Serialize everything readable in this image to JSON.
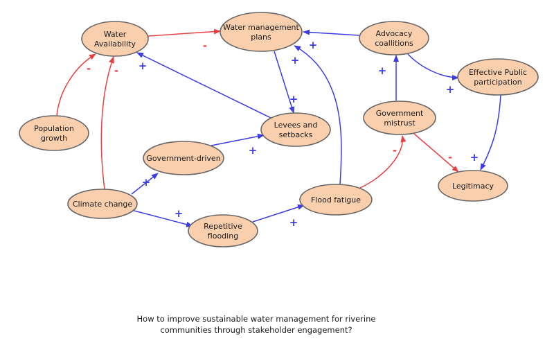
{
  "colors": {
    "positive": "#3b3be6",
    "negative": "#e84040",
    "node_fill": "#f9cfae"
  },
  "nodes": {
    "water_availability": [
      "Water",
      "Availability"
    ],
    "water_management_plans": [
      "Water management",
      "plans"
    ],
    "advocacy_coalitions": [
      "Advocacy",
      "coallitions"
    ],
    "effective_public_participation": [
      "Effective Public",
      "participation"
    ],
    "population_growth": [
      "Population",
      "growth"
    ],
    "levees_and_setbacks": [
      "Levees and",
      "setbacks"
    ],
    "government_mistrust": [
      "Government",
      "mistrust"
    ],
    "government_driven": [
      "Government-driven"
    ],
    "legitimacy": [
      "Legitimacy"
    ],
    "climate_change": [
      "Climate change"
    ],
    "flood_fatigue": [
      "Flood fatigue"
    ],
    "repetitive_flooding": [
      "Repetitive",
      "flooding"
    ]
  },
  "edges": [
    {
      "from": "water_availability",
      "to": "water_management_plans",
      "polarity": "-"
    },
    {
      "from": "advocacy_coalitions",
      "to": "water_management_plans",
      "polarity": "+"
    },
    {
      "from": "water_management_plans",
      "to": "levees_and_setbacks",
      "polarity": "+"
    },
    {
      "from": "levees_and_setbacks",
      "to": "water_availability",
      "polarity": "+"
    },
    {
      "from": "population_growth",
      "to": "water_availability",
      "polarity": "-"
    },
    {
      "from": "climate_change",
      "to": "water_availability",
      "polarity": "-"
    },
    {
      "from": "climate_change",
      "to": "government_driven",
      "polarity": "+"
    },
    {
      "from": "government_driven",
      "to": "levees_and_setbacks",
      "polarity": "+"
    },
    {
      "from": "climate_change",
      "to": "repetitive_flooding",
      "polarity": "+"
    },
    {
      "from": "repetitive_flooding",
      "to": "flood_fatigue",
      "polarity": "+"
    },
    {
      "from": "flood_fatigue",
      "to": "water_management_plans",
      "polarity": "+"
    },
    {
      "from": "flood_fatigue",
      "to": "government_mistrust",
      "polarity": "-"
    },
    {
      "from": "government_mistrust",
      "to": "advocacy_coalitions",
      "polarity": "+"
    },
    {
      "from": "advocacy_coalitions",
      "to": "effective_public_participation",
      "polarity": "+"
    },
    {
      "from": "government_mistrust",
      "to": "legitimacy",
      "polarity": "-"
    },
    {
      "from": "effective_public_participation",
      "to": "legitimacy",
      "polarity": "+"
    }
  ],
  "caption": {
    "line1": "How to improve sustainable water management for riverine",
    "line2": "communities through stakeholder engagement?"
  }
}
